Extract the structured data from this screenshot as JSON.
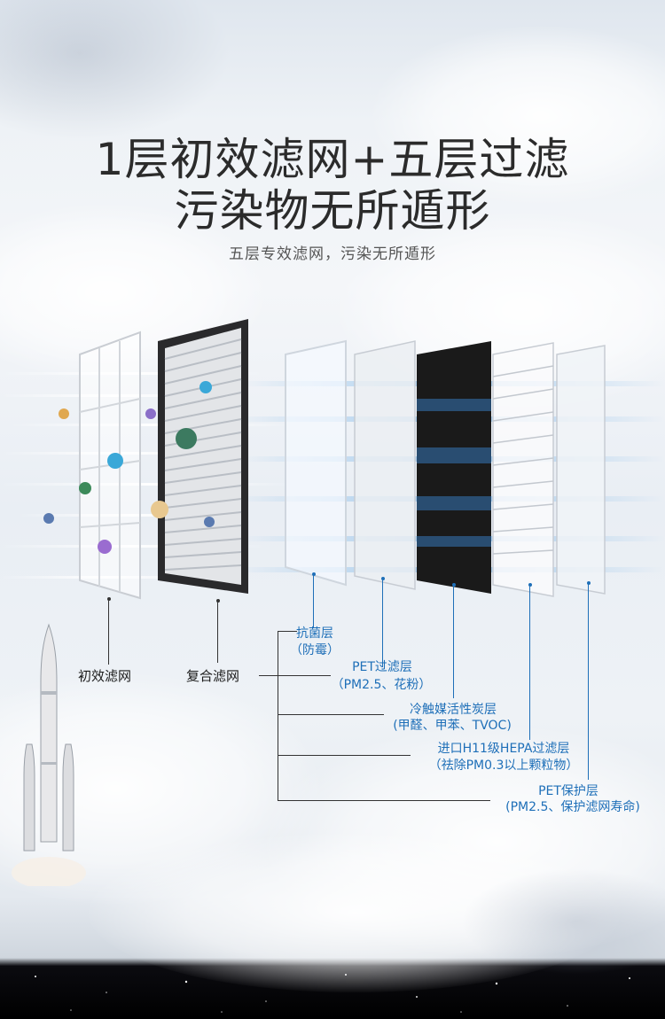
{
  "header": {
    "title_line1": "1层初效滤网+五层过滤",
    "title_line2": "污染物无所遁形",
    "subtitle": "五层专效滤网，污染无所遁形"
  },
  "labels": {
    "primary_filter": "初效滤网",
    "composite_filter": "复合滤网"
  },
  "layers": [
    {
      "name": "抗菌层",
      "detail": "（防霉）"
    },
    {
      "name": "PET过滤层",
      "detail": "（PM2.5、花粉）"
    },
    {
      "name": "冷触媒活性炭层",
      "detail": "(甲醛、甲苯、TVOC)"
    },
    {
      "name": "进口H11级HEPA过滤层",
      "detail": "（祛除PM0.3以上颗粒物）"
    },
    {
      "name": "PET保护层",
      "detail": "(PM2.5、保护滤网寿命)"
    }
  ],
  "colors": {
    "accent_blue": "#1e6fb8",
    "title_text": "#2b2b2b",
    "carbon_layer": "#1a1a1a"
  }
}
